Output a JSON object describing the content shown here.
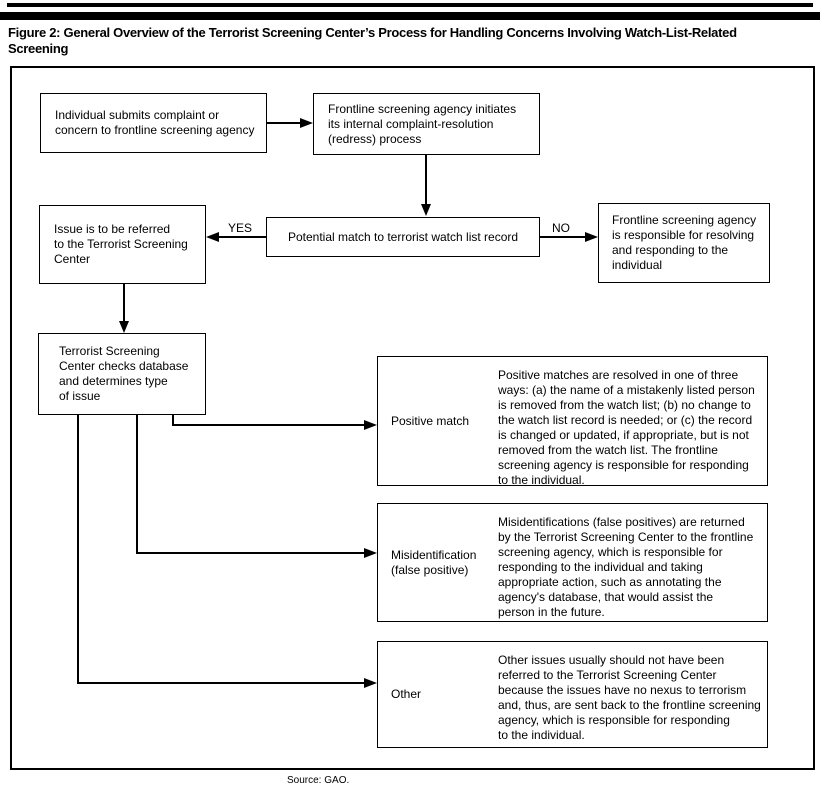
{
  "title": "Figure 2: General Overview of the Terrorist Screening Center’s Process for Handling Concerns Involving Watch-List-Related\nScreening",
  "flowchart": {
    "submit_box": "Individual submits complaint or\nconcern to frontline screening agency",
    "initiate_box": "Frontline screening agency initiates\nits internal complaint-resolution\n(redress) process",
    "decision_box": "Potential match to terrorist watch list record",
    "yes_label": "YES",
    "no_label": "NO",
    "referred_box": "Issue is to be referred\nto the Terrorist Screening\nCenter",
    "no_branch_box": "Frontline screening agency\nis responsible for resolving\nand responding to the\nindividual",
    "tsc_box": "Terrorist Screening\nCenter checks database\nand determines type\nof issue",
    "outcomes": [
      {
        "label": "Positive match",
        "description": "Positive matches are resolved in one of three\nways: (a) the name of a mistakenly listed person\nis removed from the watch list; (b) no change to\nthe watch list record is needed; or (c) the record\nis changed or updated, if appropriate, but is not\nremoved from the watch list. The frontline\nscreening agency is responsible for responding\nto the individual."
      },
      {
        "label": "Misidentification\n(false positive)",
        "description": "Misidentifications (false positives) are returned\nby the Terrorist Screening Center to the frontline\nscreening agency, which is responsible for\nresponding to the individual and taking\nappropriate action, such as annotating the\nagency's database, that would assist the\nperson in the future."
      },
      {
        "label": "Other",
        "description": "Other issues usually should not have been\nreferred to the Terrorist Screening Center\nbecause the issues have no nexus to terrorism\nand, thus, are sent back to the frontline screening\nagency, which is responsible for responding\nto the individual."
      }
    ]
  },
  "source": "Source: GAO.",
  "colors": {
    "ink": "#000000",
    "background": "#ffffff"
  }
}
